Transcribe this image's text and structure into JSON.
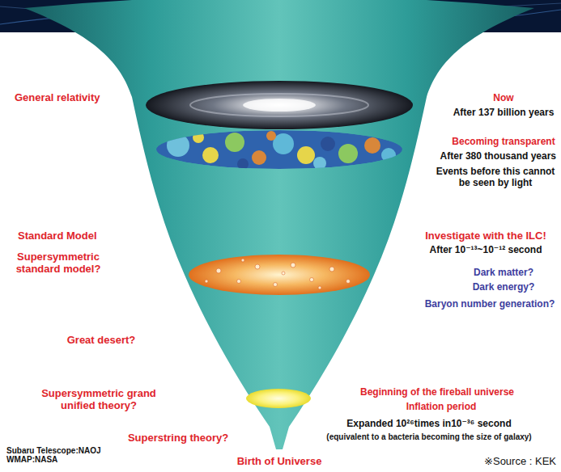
{
  "diagram": {
    "labels": [
      "General relativity",
      "Now",
      "After 137 billion years",
      "Becoming transparent",
      "After 380 thousand years",
      "Events before this cannot be seen by light",
      "Standard Model",
      "Supersymmetric standard model?",
      "Investigate with the ILC!",
      "After 10⁻¹³~10⁻¹² second",
      "Dark matter?",
      "Dark energy?",
      "Baryon number generation?",
      "Great desert?",
      "Supersymmetric grand unified theory?",
      "Beginning of the fireball universe",
      "Inflation period",
      "Superstring theory?",
      "Expanded 10²⁶times in10⁻³⁶ second",
      "(equivalent to a bacteria becoming the size of galaxy)",
      "Subaru Telescope:NAOJ WMAP:NASA",
      "Birth of Universe",
      "※Source : KEK"
    ]
  }
}
